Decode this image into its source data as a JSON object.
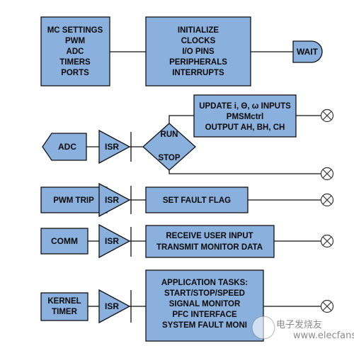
{
  "mc_settings": {
    "lines": [
      "MC SETTINGS",
      "PWM",
      "ADC",
      "TIMERS",
      "PORTS"
    ]
  },
  "initialize": {
    "lines": [
      "INITIALIZE",
      "CLOCKS",
      "I/O PINS",
      "PERIPHERALS",
      "INTERRUPTS"
    ]
  },
  "wait": {
    "label": "WAIT"
  },
  "update_inputs": {
    "lines": [
      "UPDATE i, Θ, ω INPUTS",
      "PMSMctrl",
      "OUTPUT AH, BH, CH"
    ]
  },
  "adc": {
    "label": "ADC"
  },
  "isr": {
    "label": "ISR"
  },
  "run_stop": {
    "run": "RUN",
    "stop": "STOP"
  },
  "pwm_trip": {
    "label": "PWM TRIP"
  },
  "set_fault": {
    "label": "SET FAULT FLAG"
  },
  "comm": {
    "label": "COMM"
  },
  "receive_user": {
    "lines": [
      "RECEIVE USER INPUT",
      "TRANSMIT MONITOR DATA"
    ]
  },
  "kernel_timer": {
    "lines": [
      "KERNEL",
      "TIMER"
    ]
  },
  "app_tasks": {
    "lines": [
      "APPLICATION TASKS:",
      "START/STOP/SPEED",
      "SIGNAL MONITOR",
      "PFC INTERFACE",
      "SYSTEM FAULT MONI"
    ]
  },
  "watermark": {
    "text": "电子发烧友",
    "url": "www.elecfans.com"
  }
}
